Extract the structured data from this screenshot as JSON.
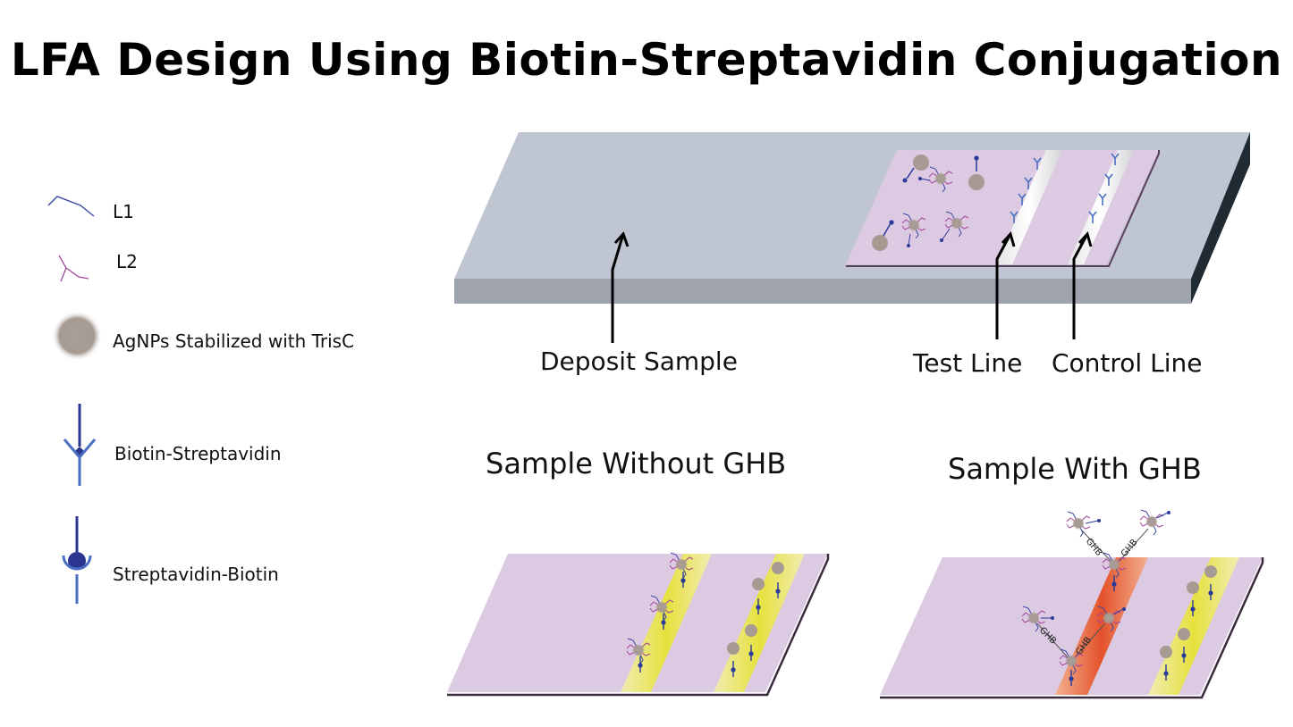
{
  "title": "LFA Design Using Biotin-Streptavidin Conjugation",
  "legend": {
    "l1": "L1",
    "l2": "L2",
    "agnp": "AgNPs Stabilized with TrisC",
    "biotin_streptavidin": "Biotin-Streptavidin",
    "streptavidin_biotin": "Streptavidin-Biotin"
  },
  "strip": {
    "deposit_label": "Deposit Sample",
    "test_label": "Test Line",
    "control_label": "Control Line"
  },
  "panels": {
    "without": {
      "title": "Sample Without GHB"
    },
    "with": {
      "title": "Sample With GHB",
      "tag": "GHB"
    }
  },
  "colors": {
    "strip_top": "#c0c6d1",
    "strip_side": "#9ea3ad",
    "strip_end": "#1f2a33",
    "pad": "#dcc9e2",
    "yellow_band": "#e8e24a",
    "red_band": "#e5572b",
    "l1": "#3b47a3",
    "l2": "#a0469a",
    "particle": "#a69a92"
  }
}
